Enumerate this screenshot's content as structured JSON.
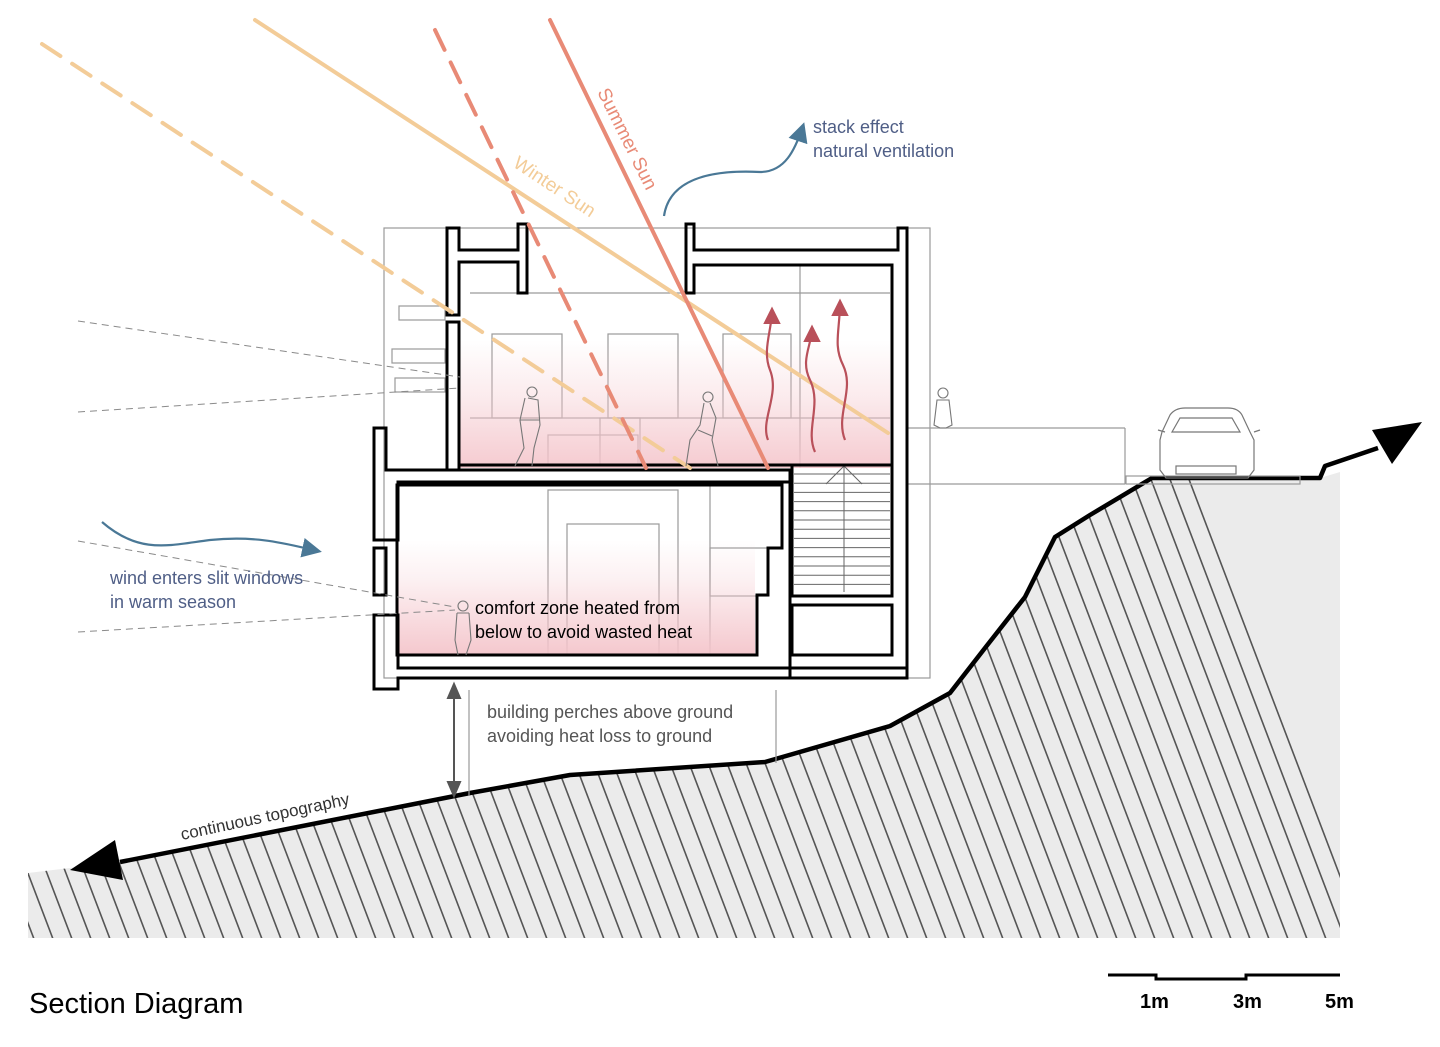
{
  "colors": {
    "winter_sun": "#f3cc98",
    "summer_sun": "#e88a76",
    "ventilation": "#4a7896",
    "label_blue": "#4f5e86",
    "heat_arrow": "#b9505a",
    "ground_fill": "#ebebeb",
    "wall": "#000000",
    "thin_line": "#9a9a9a",
    "comfort_gradient": "#f4c5cb"
  },
  "labels": {
    "summer_sun": "Summer Sun",
    "winter_sun": "Winter Sun",
    "stack_effect_line1": "stack effect",
    "stack_effect_line2": "natural ventilation",
    "wind_line1": "wind enters slit windows",
    "wind_line2": "in warm season",
    "comfort_line1": "comfort zone heated from",
    "comfort_line2": "below to avoid wasted heat",
    "perch_line1": "building perches above ground",
    "perch_line2": "avoiding heat loss to ground",
    "topography": "continuous topography",
    "title": "Section Diagram"
  },
  "scale_bar": {
    "labels": [
      "1m",
      "3m",
      "5m"
    ]
  },
  "icons": [
    "person-figure-icon",
    "car-icon",
    "heat-rising-arrow-icon",
    "wind-arrow-icon",
    "ventilation-arrow-icon",
    "topography-arrow-icon",
    "vertical-dimension-arrow-icon"
  ]
}
